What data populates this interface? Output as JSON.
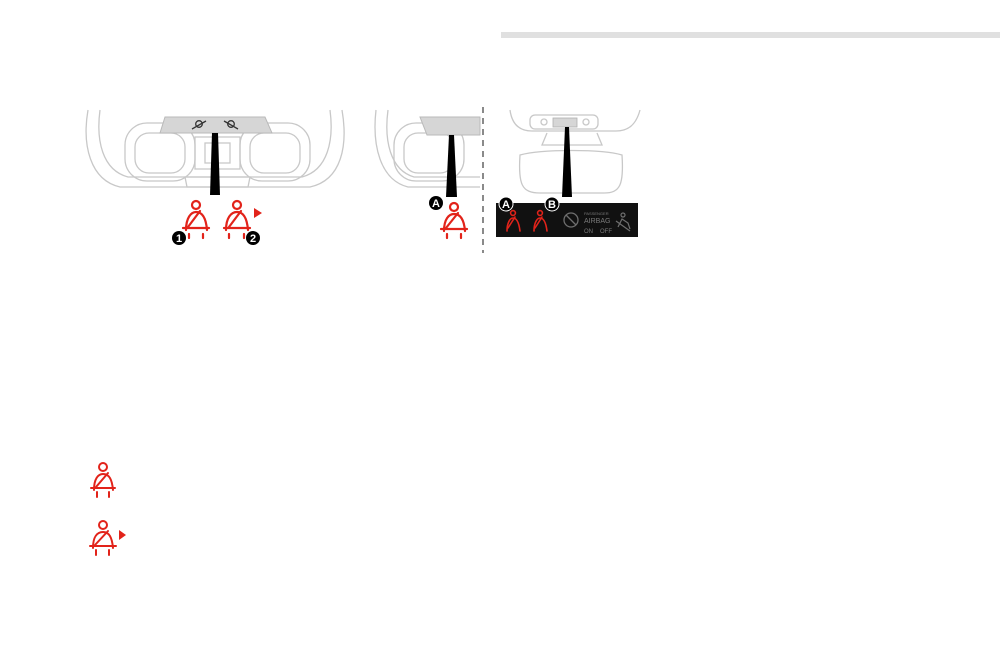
{
  "figure_left": {
    "callouts": [
      "1",
      "2"
    ]
  },
  "figure_right": {
    "callouts": [
      "A",
      "A",
      "B"
    ],
    "panel": {
      "small_label": "PASSENGER",
      "airbag_label": "AIRBAG",
      "on_label": "ON",
      "off_label": "OFF"
    }
  },
  "legend": [
    {
      "icon": "seatbelt-warning-icon"
    },
    {
      "icon": "seatbelt-warning-arrow-icon"
    }
  ],
  "colors": {
    "warning_red": "#e2231a",
    "outline_gray": "#c8c8c8",
    "panel_black": "#111111",
    "rule_gray": "#e0e0e0"
  }
}
